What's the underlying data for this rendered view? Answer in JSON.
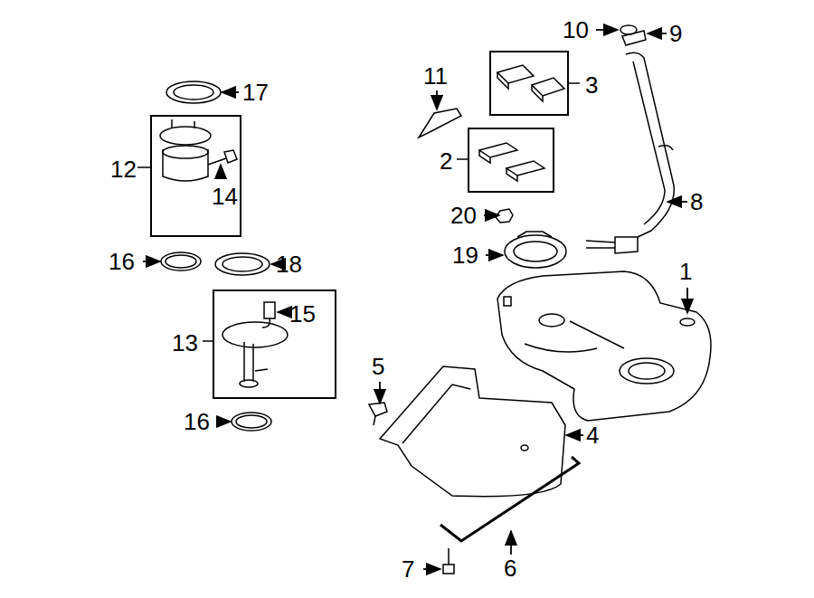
{
  "diagram": {
    "nodes": [
      {
        "text": [
          "12",
          "14"
        ]
      },
      {
        "text": [
          "3"
        ]
      },
      {
        "text": [
          "2"
        ]
      },
      {
        "text": [
          "13",
          "15"
        ]
      }
    ],
    "labels": [
      "17",
      "16",
      "18",
      "16",
      "11",
      "10",
      "9",
      "8",
      "20",
      "19",
      "1",
      "5",
      "4",
      "7",
      "6"
    ]
  }
}
